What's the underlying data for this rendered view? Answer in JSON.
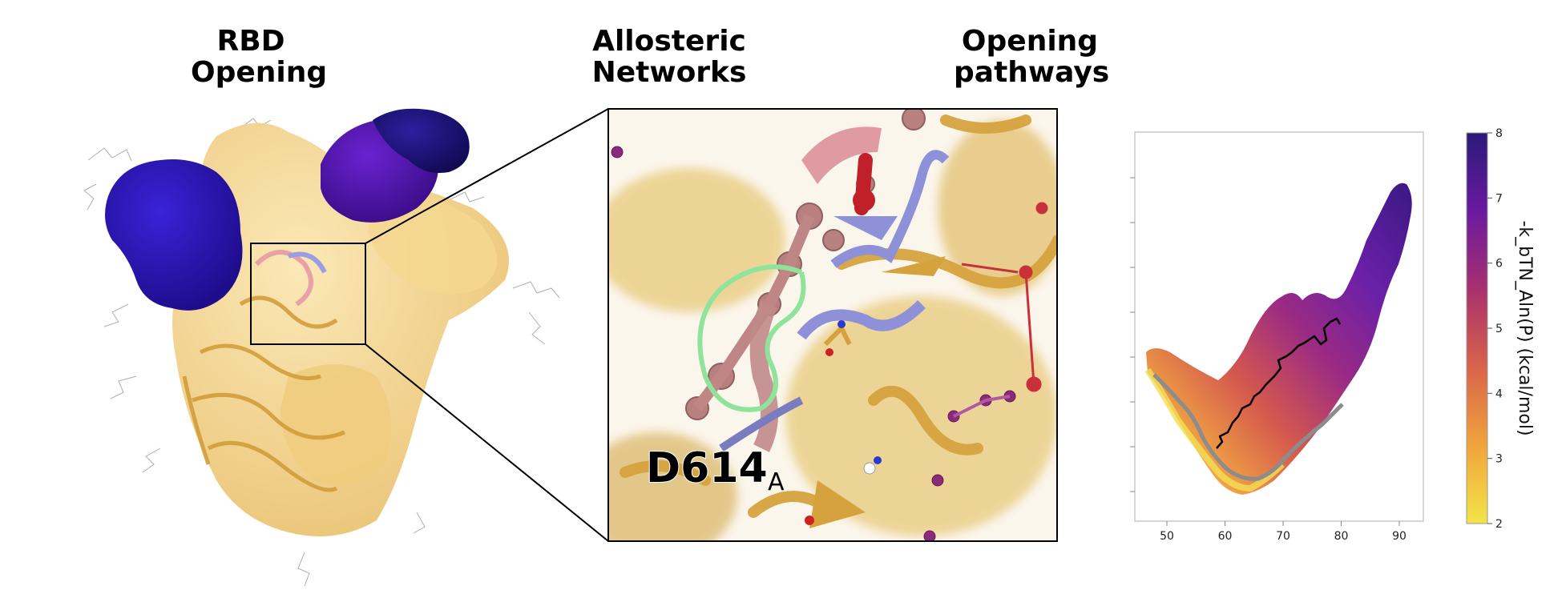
{
  "panels": {
    "rbd": {
      "title": "RBD\nOpening"
    },
    "allosteric": {
      "title": "Allosteric\nNetworks",
      "residue": "D614",
      "residue_subscript": "A"
    },
    "pathways": {
      "title": "Opening\npathways"
    }
  },
  "colors": {
    "rbd_up": "#2a10b8",
    "rbd_up_dark": "#1c0c78",
    "rbd_purple": "#5a14b8",
    "trimer_tan": "#f2d28a",
    "trimer_gold": "#d9a441",
    "loop_green": "#8fe39a",
    "ribbon_pink": "#c98c8c",
    "ribbon_lilac": "#8b8ed6",
    "helix_red": "#c0202a"
  },
  "chart_data": {
    "type": "heatmap",
    "x_ticks": [
      "50",
      "60",
      "70",
      "80",
      "90"
    ],
    "colorbar": {
      "label": "-k_bTN_Aln(P) (kcal/mol)",
      "ticks": [
        "2",
        "3",
        "4",
        "5",
        "6",
        "7",
        "8"
      ],
      "range": [
        2,
        8
      ],
      "colormap": [
        "#f3e44a",
        "#f0a43c",
        "#d8644a",
        "#a8306e",
        "#6a1aa0",
        "#2a1a78"
      ]
    },
    "pathways": [
      {
        "color": "#000000",
        "x": [
          66,
          67,
          68,
          70,
          72,
          73,
          75,
          77
        ]
      },
      {
        "color": "#888888",
        "x": [
          50,
          55,
          60,
          64,
          67,
          70,
          74,
          78
        ]
      }
    ]
  }
}
